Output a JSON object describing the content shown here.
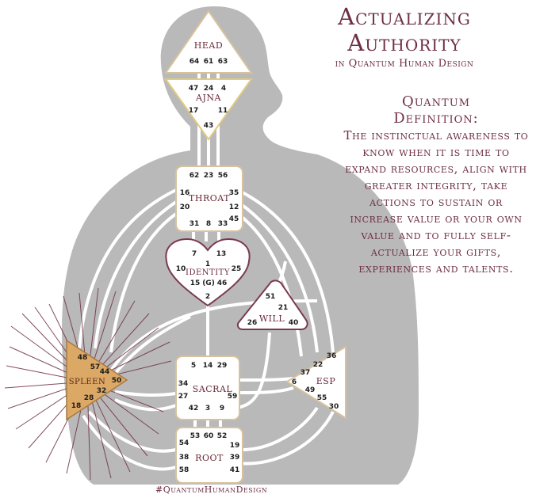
{
  "title": {
    "line1": "Actualizing",
    "line2": "Authority",
    "subtitle": "in Quantum Human Design"
  },
  "definition": {
    "heading_line1": "Quantum",
    "heading_line2": "Definition:",
    "body": "The instinctual awareness to know when it is time to expand resources, align with greater integrity, take actions to sustain or increase value or your own value and to fully self-actualize your gifts, experiences and talents."
  },
  "hashtag": "#QuantumHumanDesign",
  "colors": {
    "body_silhouette": "#b9b9b9",
    "channel": "#ffffff",
    "center_fill": "#ffffff",
    "center_border": "#d7c29e",
    "identity_border": "#7a3a4e",
    "spleen_fill": "#dca866",
    "text_accent": "#6e2f45",
    "rays": "#6e2f45"
  },
  "centers": {
    "head": {
      "name": "HEAD",
      "gates": [
        "64",
        "61",
        "63"
      ]
    },
    "ajna": {
      "name": "AJNA",
      "gates": [
        "47",
        "24",
        "4",
        "17",
        "11",
        "43"
      ]
    },
    "throat": {
      "name": "THROAT",
      "gates": [
        "62",
        "23",
        "56",
        "16",
        "35",
        "20",
        "12",
        "45",
        "31",
        "8",
        "33"
      ]
    },
    "identity": {
      "name": "IDENTITY",
      "sub": "(G)",
      "gates": [
        "7",
        "13",
        "1",
        "10",
        "25",
        "15",
        "46",
        "2"
      ]
    },
    "will": {
      "name": "WILL",
      "gates": [
        "51",
        "21",
        "26",
        "40"
      ]
    },
    "spleen": {
      "name": "SPLEEN",
      "gates": [
        "48",
        "57",
        "44",
        "50",
        "32",
        "28",
        "18"
      ]
    },
    "sacral": {
      "name": "SACRAL",
      "gates": [
        "5",
        "14",
        "29",
        "34",
        "27",
        "59",
        "42",
        "3",
        "9"
      ]
    },
    "esp": {
      "name": "ESP",
      "gates": [
        "36",
        "22",
        "37",
        "6",
        "49",
        "55",
        "30"
      ]
    },
    "root": {
      "name": "ROOT",
      "gates": [
        "53",
        "60",
        "52",
        "54",
        "19",
        "38",
        "39",
        "58",
        "41"
      ]
    }
  }
}
